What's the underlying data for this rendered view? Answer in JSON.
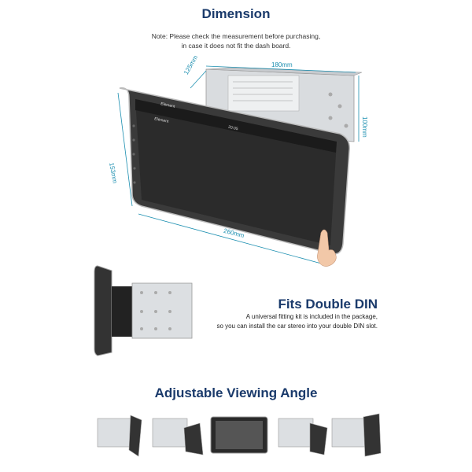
{
  "dimension": {
    "title": "Dimension",
    "note_line1": "Note: Please check the measurement before purchasing,",
    "note_line2": "in case it does not fit the dash board.",
    "dims": {
      "depth": "125mm",
      "unit_width": "180mm",
      "unit_height": "100mm",
      "screen_height": "153mm",
      "screen_width": "260mm"
    },
    "screen": {
      "app_label": "Element",
      "sub_label": "Element",
      "time": "20:05"
    }
  },
  "double_din": {
    "title": "Fits Double DIN",
    "desc_line1": "A universal fitting kit is included in the package,",
    "desc_line2": "so you can install the car stereo into your double DIN slot."
  },
  "viewing": {
    "title": "Adjustable Viewing Angle"
  },
  "colors": {
    "title": "#1a3a6b",
    "dim_line": "#1c8fb0",
    "bezel": "#222222"
  }
}
